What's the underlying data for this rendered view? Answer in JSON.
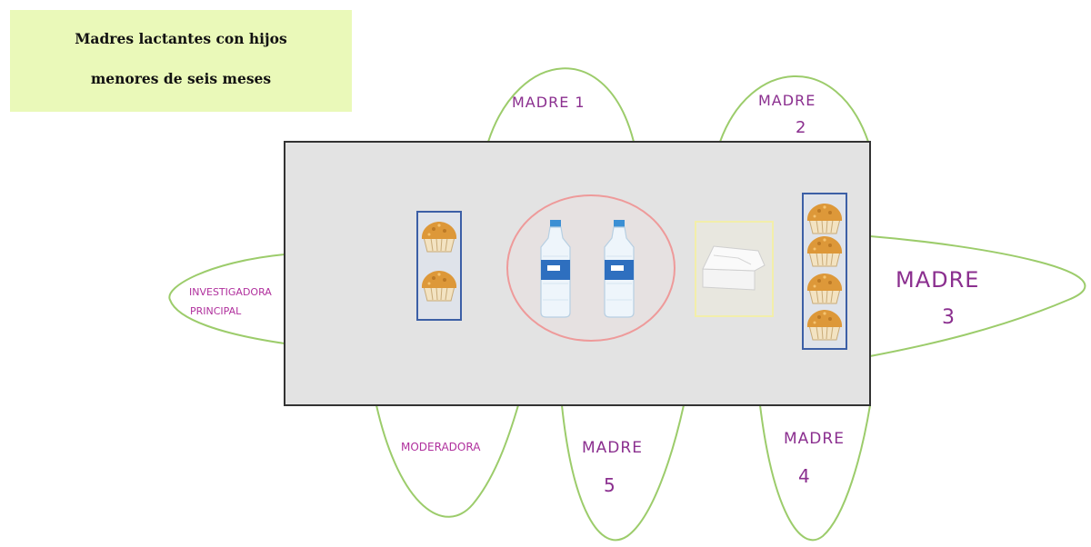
{
  "title": {
    "line1": "Madres lactantes con hijos",
    "line2": "menores de seis meses"
  },
  "seats": {
    "madre1": "MADRE 1",
    "madre2_top": "MADRE",
    "madre2_num": "2",
    "madre3_top": "MADRE",
    "madre3_num": "3",
    "madre4_top": "MADRE",
    "madre4_num": "4",
    "madre5_top": "MADRE",
    "madre5_num": "5",
    "investigadora_top": "INVESTIGADORA",
    "investigadora_bottom": "PRINCIPAL",
    "moderadora": "MODERADORA"
  },
  "table_items": {
    "left_tray_icon": "muffin-icon",
    "bottle_icon": "water-bottle-icon",
    "napkin_icon": "napkins-icon",
    "right_tray_icon": "muffin-icon"
  },
  "colors": {
    "seat_outline": "#9ccc6b",
    "seat_label": "#8b2f8f",
    "table_fill": "#e3e3e3",
    "table_border": "#333333",
    "tray_border": "#3c5fa6",
    "bottle_circle": "#ee9a9a",
    "napkin_box": "#f2eeaa",
    "title_bg": "#eaf9b9"
  }
}
